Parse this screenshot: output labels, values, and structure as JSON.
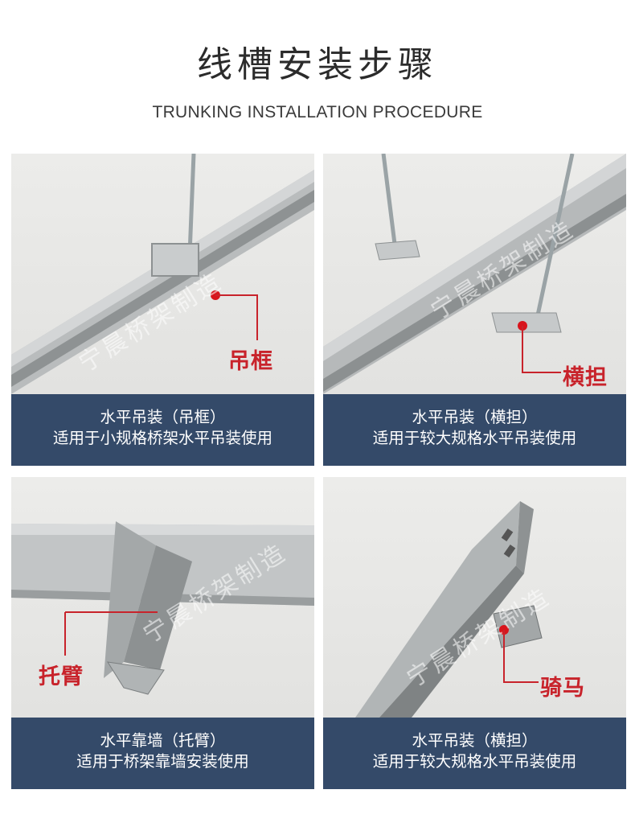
{
  "header": {
    "title": "线槽安装步骤",
    "subtitle": "TRUNKING INSTALLATION PROCEDURE"
  },
  "watermark": "宁晨桥架制造",
  "colors": {
    "caption_bg": "#344a69",
    "callout_red": "#c8232b",
    "title_text": "#2b2b2b"
  },
  "panels": [
    {
      "callout": "吊框",
      "caption_line1": "水平吊装（吊框）",
      "caption_line2": "适用于小规格桥架水平吊装使用"
    },
    {
      "callout": "横担",
      "caption_line1": "水平吊装（横担）",
      "caption_line2": "适用于较大规格水平吊装使用"
    },
    {
      "callout": "托臂",
      "caption_line1": "水平靠墙（托臂）",
      "caption_line2": "适用于桥架靠墙安装使用"
    },
    {
      "callout": "骑马",
      "caption_line1": "水平吊装（横担）",
      "caption_line2": "适用于较大规格水平吊装使用"
    }
  ]
}
